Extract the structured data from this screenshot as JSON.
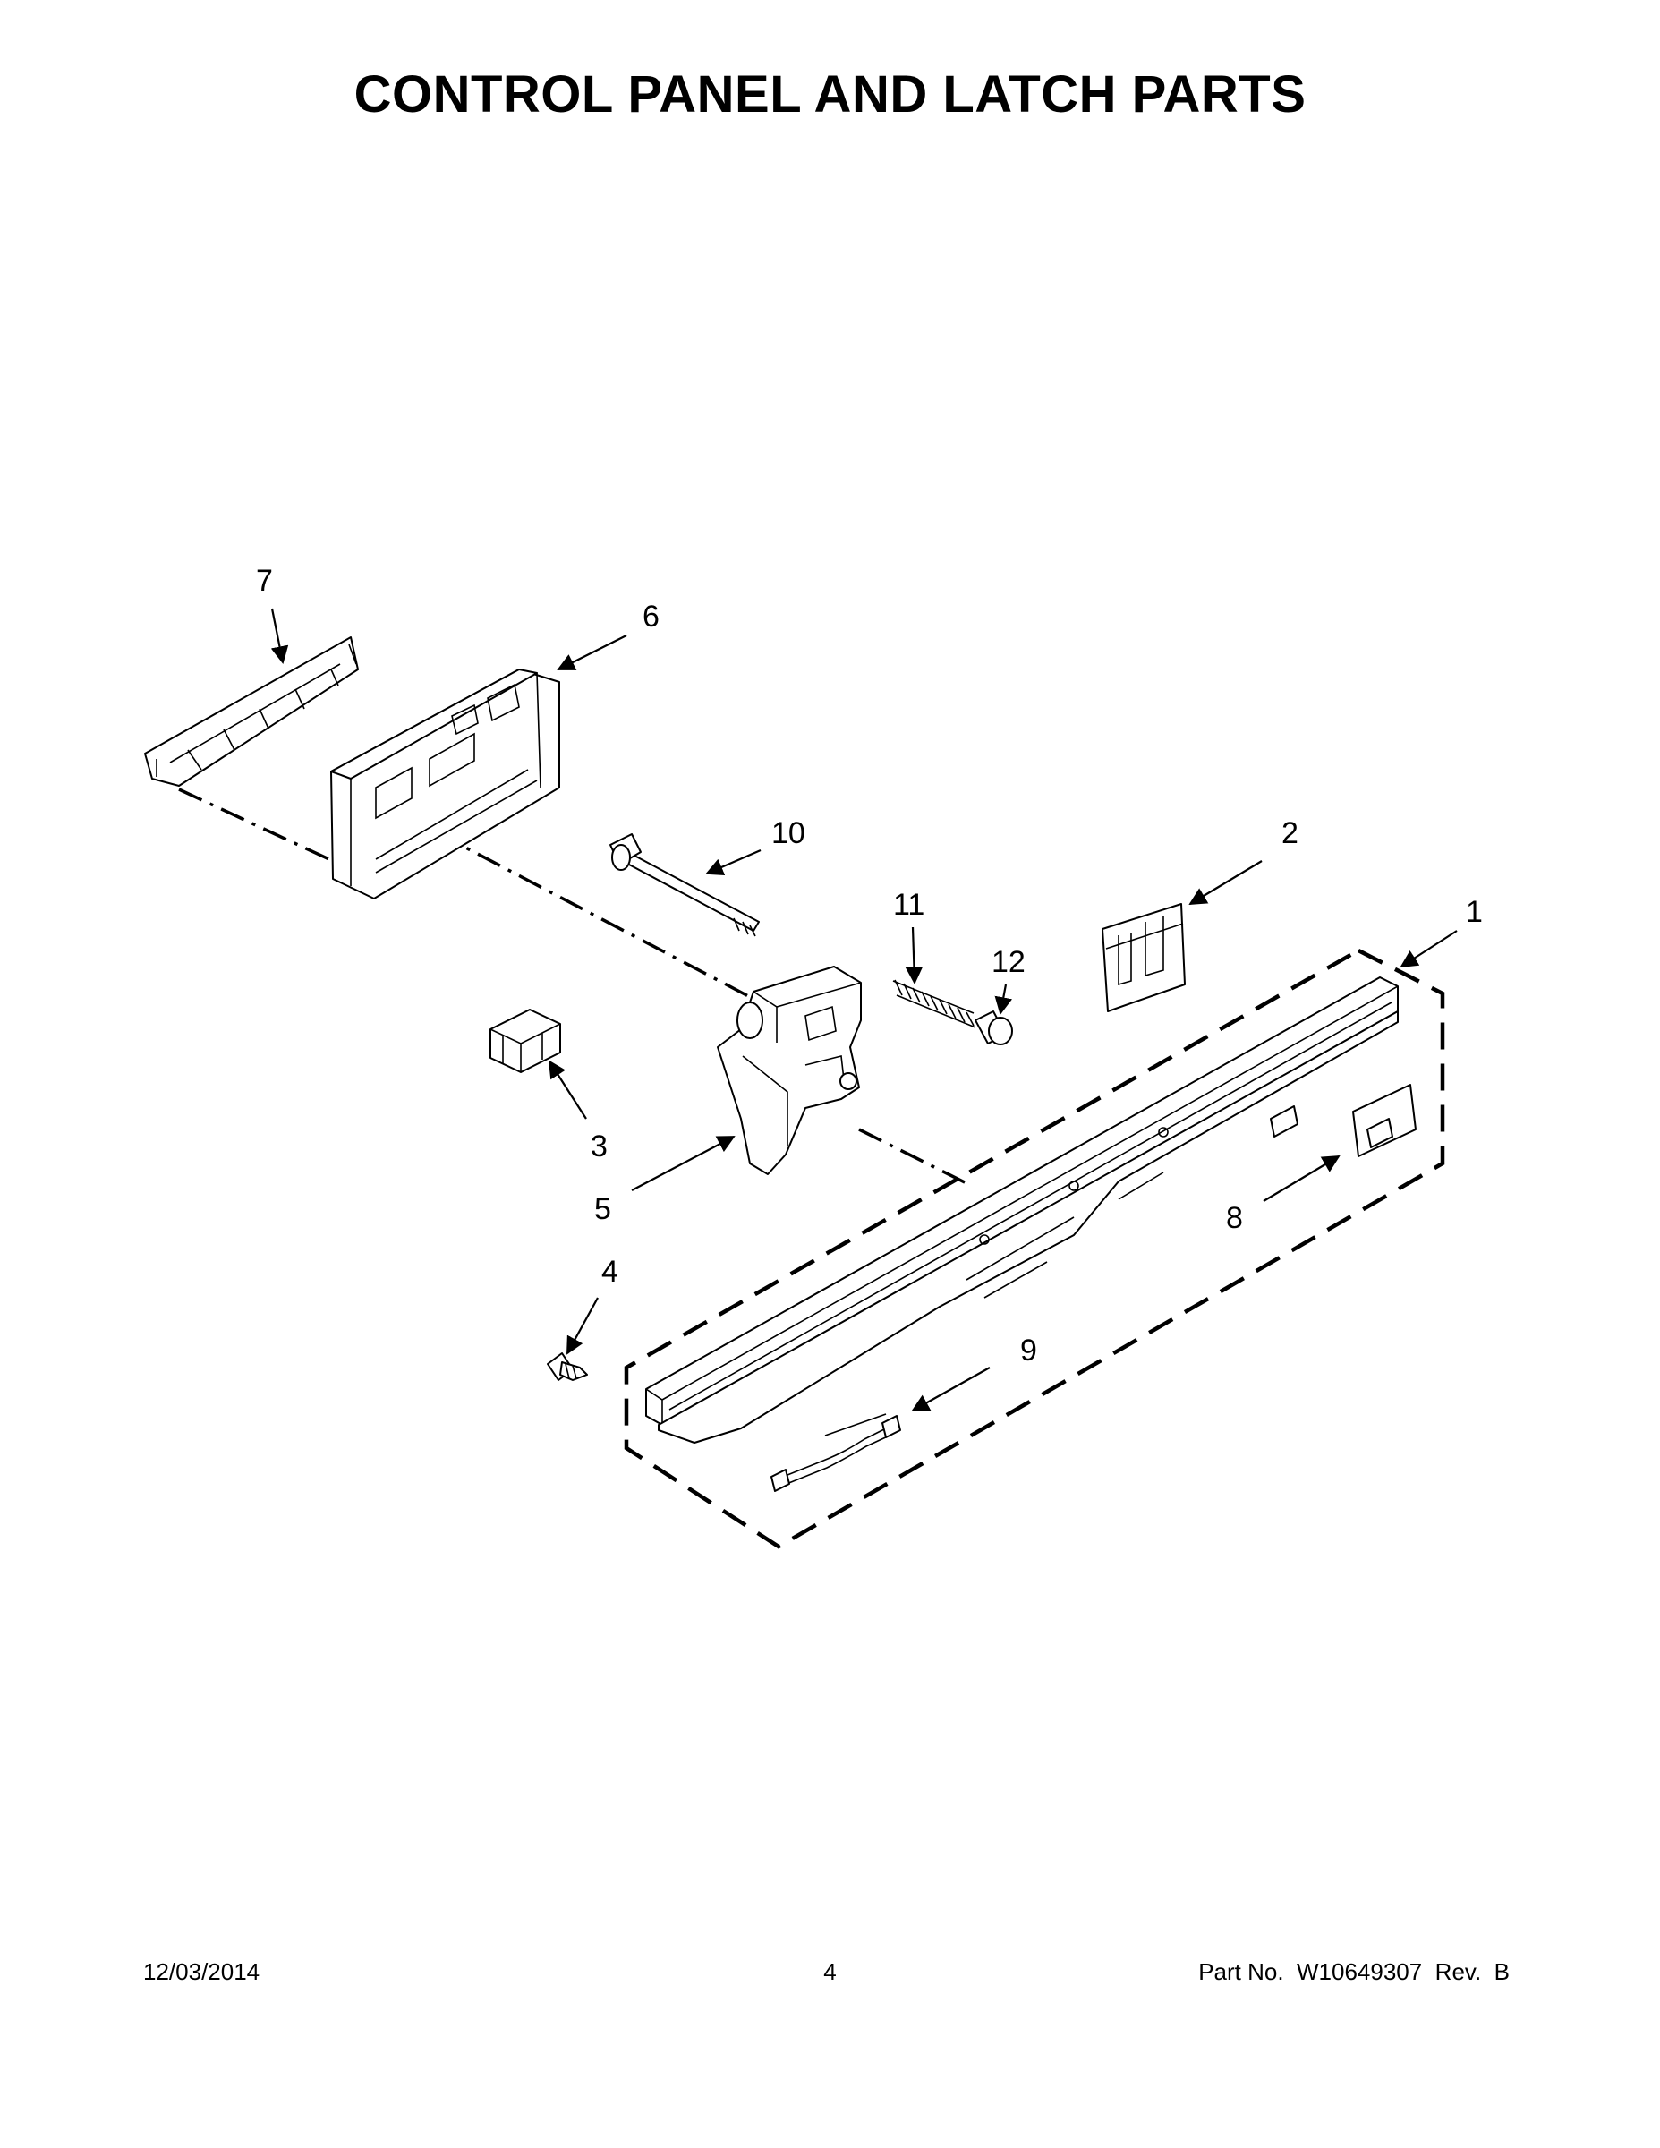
{
  "title": "CONTROL PANEL AND LATCH PARTS",
  "footer": {
    "date": "12/03/2014",
    "page": "4",
    "part_no": "Part No.  W10649307  Rev.  B"
  },
  "callouts": [
    "1",
    "2",
    "3",
    "4",
    "5",
    "6",
    "7",
    "8",
    "9",
    "10",
    "11",
    "12"
  ]
}
